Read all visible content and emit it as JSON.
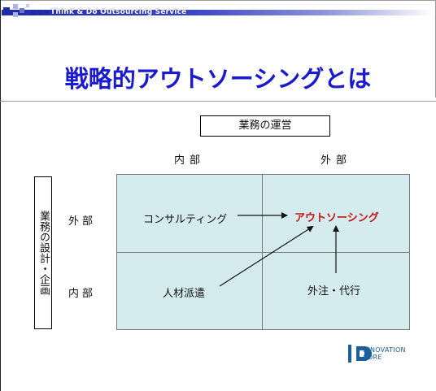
{
  "header": {
    "text": "Think & Do Outsourcing Service"
  },
  "slide": {
    "title": "戦略的アウトソーシングとは"
  },
  "diagram": {
    "top_axis_title": "業務の運営",
    "left_axis_title": "業務の設計・企画",
    "col_labels": [
      "内部",
      "外部"
    ],
    "row_labels": [
      "外部",
      "内部"
    ],
    "cells": {
      "top_left": "コンサルティング",
      "top_right": "アウトソーシング",
      "bottom_left": "人材派遣",
      "bottom_right": "外注・代行"
    },
    "colors": {
      "matrix_fill": "#d4ecee",
      "highlight": "#cc1111",
      "title": "#1a1ad0"
    }
  },
  "logo": {
    "line1": "INNOVATION",
    "line2": "CORE"
  }
}
